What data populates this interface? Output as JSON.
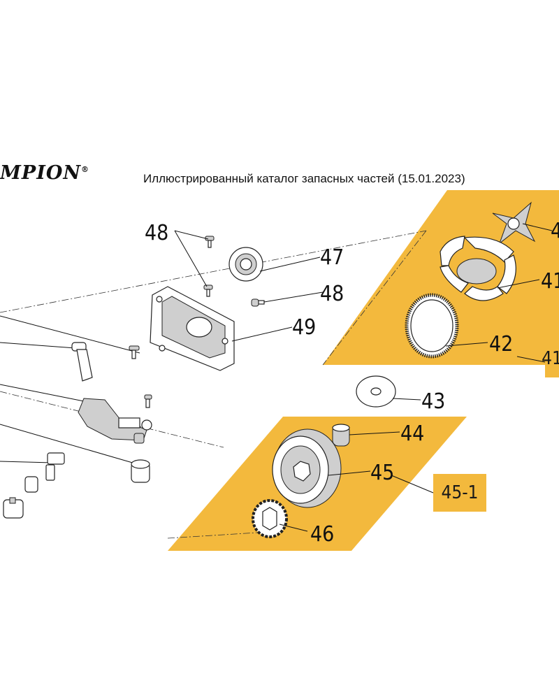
{
  "header": {
    "brand": "MPION",
    "brand_mark": "®",
    "title": "Иллюстрированный каталог запасных частей (15.01.2023)"
  },
  "colors": {
    "panel": "#f3b93d",
    "line": "#111111",
    "part_stroke": "#222222"
  },
  "callouts": {
    "p48a": "48",
    "p47": "47",
    "p48b": "48",
    "p49": "49",
    "p40": "4",
    "p41": "41",
    "p42": "42",
    "p41box": "41",
    "p43": "43",
    "p44": "44",
    "p45": "45",
    "p45box": "45-1",
    "p46": "46"
  }
}
